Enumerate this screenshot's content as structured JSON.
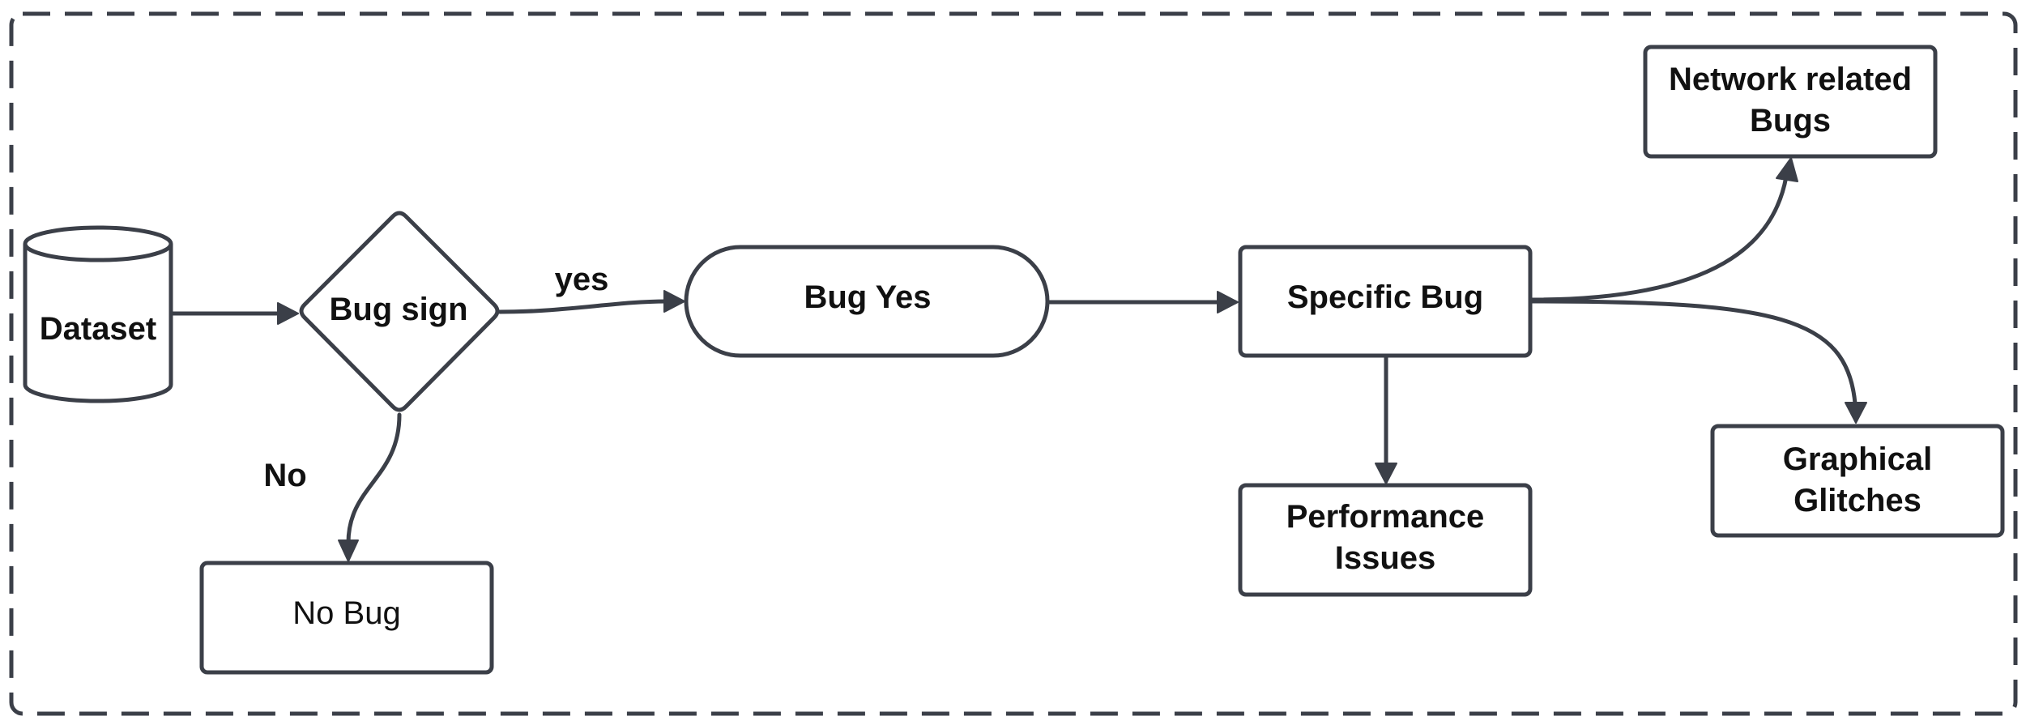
{
  "nodes": {
    "dataset": "Dataset",
    "bug_sign": "Bug sign",
    "bug_yes": "Bug Yes",
    "no_bug": "No Bug",
    "specific_bug": "Specific Bug",
    "network_line1": "Network related",
    "network_line2": "Bugs",
    "graphical_line1": "Graphical",
    "graphical_line2": "Glitches",
    "performance_line1": "Performance",
    "performance_line2": "Issues"
  },
  "edges": {
    "yes_label": "yes",
    "no_label": "No"
  },
  "colors": {
    "stroke": "#3b3f48",
    "text": "#111111",
    "background": "#ffffff"
  }
}
